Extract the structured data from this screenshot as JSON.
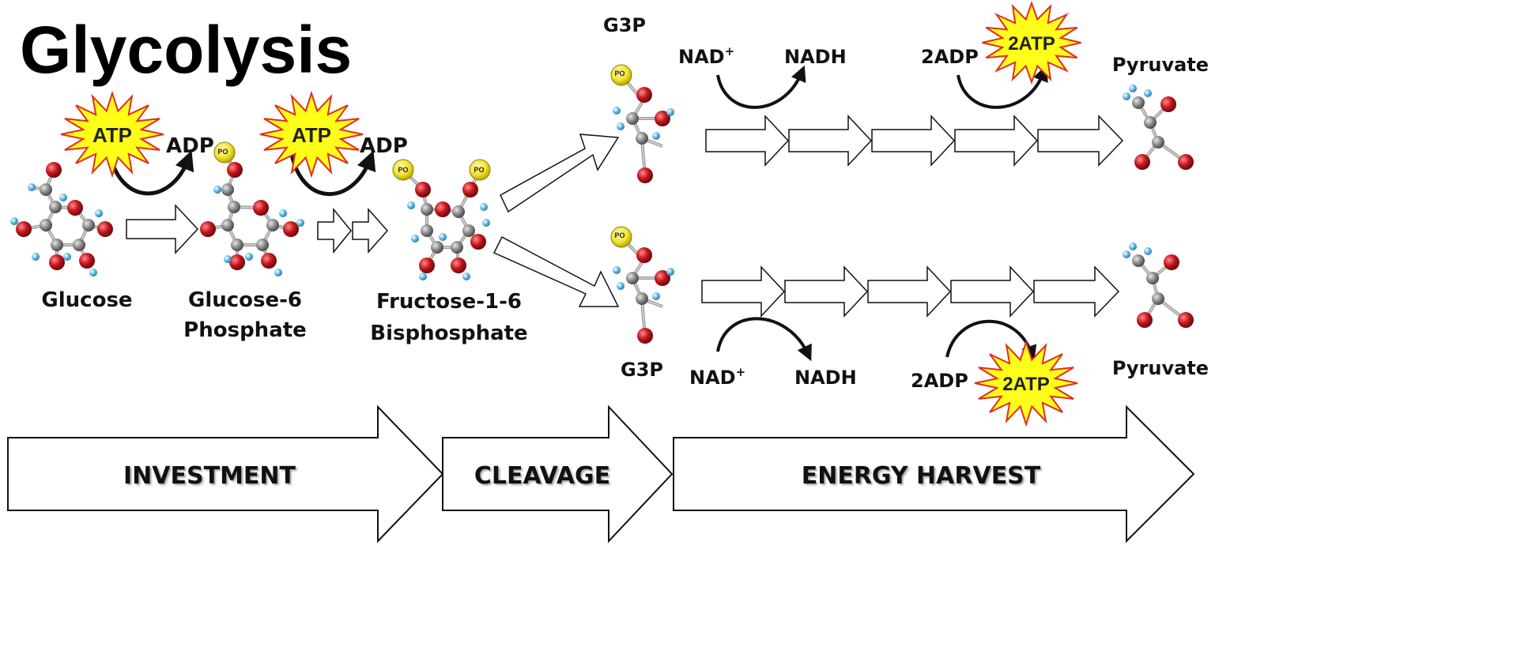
{
  "title": "Glycolysis",
  "colors": {
    "burst_fill": "#ffff1a",
    "burst_stroke": "#e32d1c",
    "oxygen": "#c4151c",
    "carbon": "#8c8c8c",
    "hydrogen": "#5bb7e6",
    "phosphate": "#f2e334",
    "arrow_outline": "#111111"
  },
  "icons": {
    "burst": "starburst-icon",
    "curved_arrow": "curved-arrow-icon",
    "block_arrow": "block-arrow-icon",
    "molecule": "ball-and-stick-molecule-icon"
  },
  "molecules": {
    "glucose": "Glucose",
    "g6p_line1": "Glucose-6",
    "g6p_line2": "Phosphate",
    "f16bp_line1": "Fructose-1-6",
    "f16bp_line2": "Bisphosphate",
    "g3p_top": "G3P",
    "g3p_bottom": "G3P",
    "pyruvate_top": "Pyruvate",
    "pyruvate_bottom": "Pyruvate",
    "phosphate_label": "PO"
  },
  "reactions": {
    "atp_1": "ATP",
    "adp_1": "ADP",
    "atp_2": "ATP",
    "adp_2": "ADP",
    "nad_top": "NAD",
    "nadh_top": "NADH",
    "adp2_top": "2ADP",
    "atp2_top": "2ATP",
    "nad_bottom": "NAD",
    "nadh_bottom": "NADH",
    "adp2_bottom": "2ADP",
    "atp2_bottom": "2ATP",
    "plus": "+"
  },
  "stages": {
    "investment": "INVESTMENT",
    "cleavage": "CLEAVAGE",
    "energy_harvest": "ENERGY HARVEST"
  }
}
